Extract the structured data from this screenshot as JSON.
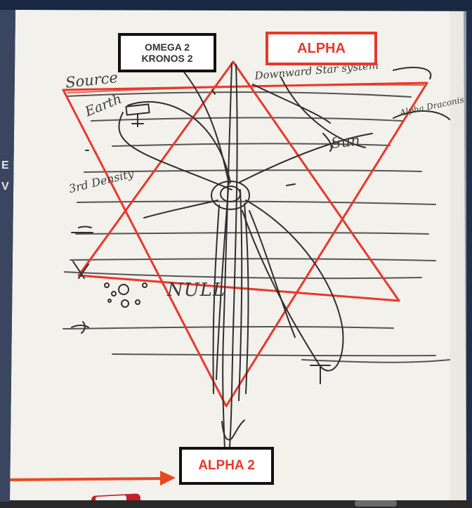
{
  "labels": {
    "omega": [
      "OMEGA 2",
      "KRONOS 2"
    ],
    "alpha": "ALPHA",
    "alpha2": "ALPHA 2"
  },
  "handwriting": {
    "source": "Source",
    "earth": "Earth",
    "star_system": "Downward Star system",
    "sun": "Sun",
    "alpha_draconis": "Alpha Draconis",
    "third_density": "3rd Density",
    "null": "NULL"
  },
  "colors": {
    "ink": "#2f2f2f",
    "red_marker": "#e8392b",
    "arrow": "#e8481e",
    "board": "#f3f1ec"
  }
}
